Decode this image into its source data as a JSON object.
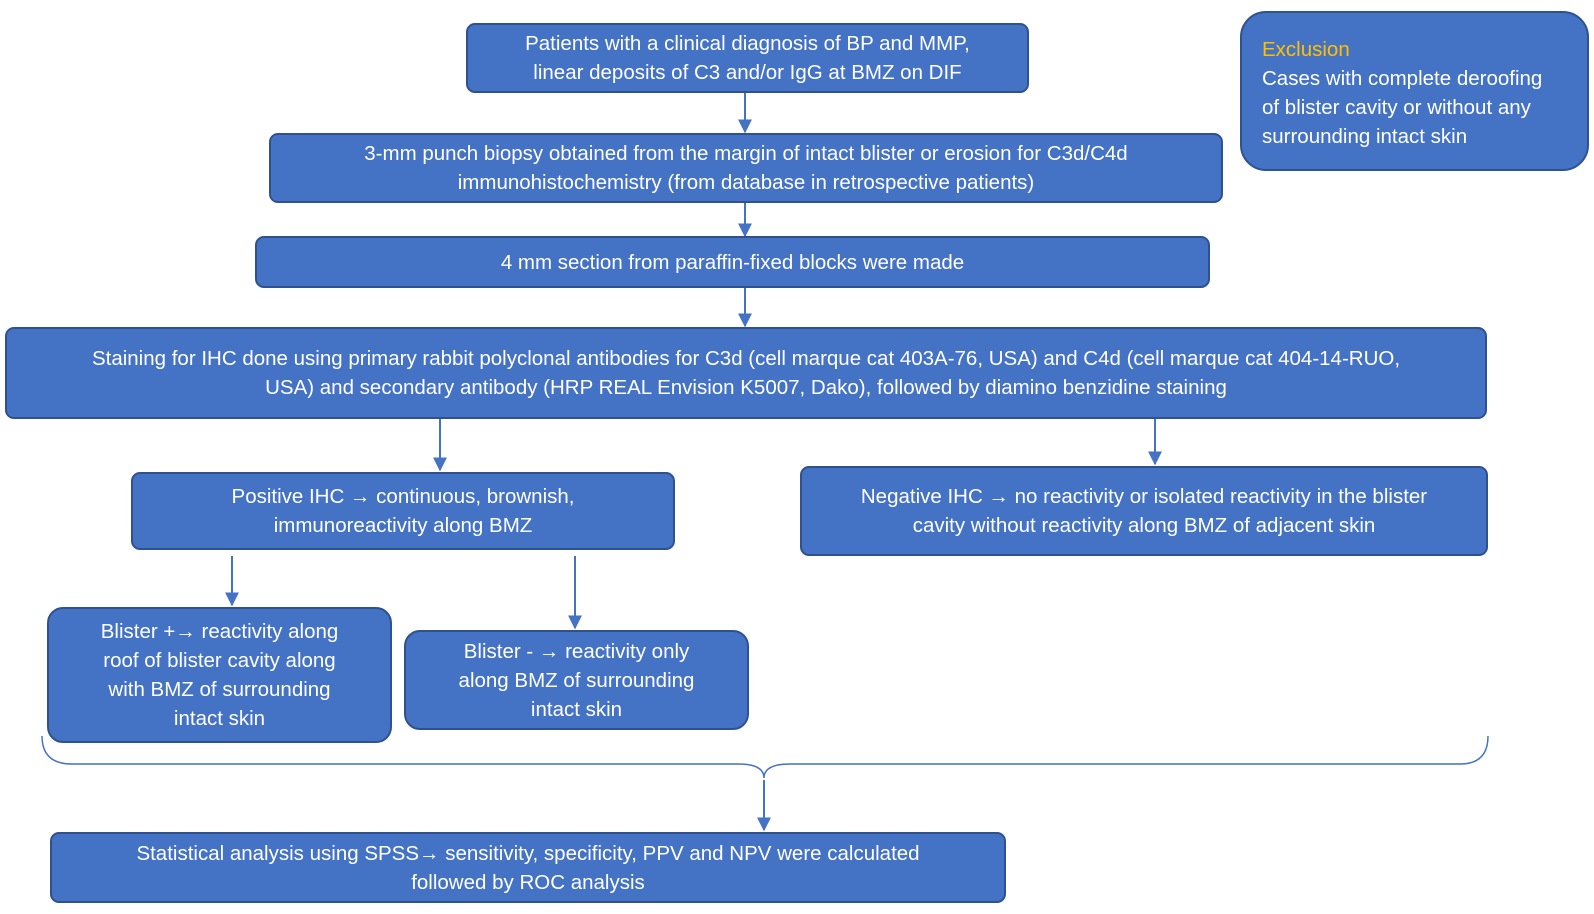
{
  "step1": {
    "line1": "Patients with a clinical diagnosis of BP and MMP,",
    "line2": "linear deposits of C3 and/or IgG at BMZ on DIF"
  },
  "step2": {
    "line1": "3-mm punch biopsy obtained from the margin of intact blister or erosion for C3d/C4d",
    "line2": "immunohistochemistry (from database in retrospective patients)"
  },
  "step3": {
    "line1": "4 mm section from paraffin-fixed blocks were made"
  },
  "step4": {
    "line1": "Staining for IHC done using primary rabbit polyclonal antibodies for C3d (cell marque cat 403A-76, USA) and C4d (cell marque cat 404-14-RUO,",
    "line2": "USA) and secondary antibody (HRP REAL Envision K5007, Dako), followed by diamino benzidine staining"
  },
  "positive": {
    "line1": "Positive IHC → continuous, brownish,",
    "line2": "immunoreactivity along BMZ"
  },
  "negative": {
    "line1": "Negative IHC → no reactivity or isolated reactivity in the blister",
    "line2": "cavity without reactivity along BMZ of adjacent skin"
  },
  "blister_plus": {
    "line1": "Blister +→ reactivity along",
    "line2": "roof of blister cavity along",
    "line3": "with BMZ of surrounding",
    "line4": "intact skin"
  },
  "blister_minus": {
    "line1": "Blister - → reactivity only",
    "line2": "along BMZ of surrounding",
    "line3": "intact skin"
  },
  "statistics": {
    "line1": "Statistical analysis using SPSS→ sensitivity, specificity, PPV and NPV were calculated",
    "line2": "followed by ROC analysis"
  },
  "exclusion": {
    "title": "Exclusion",
    "line1": "Cases with complete deroofing",
    "line2": "of blister cavity or without any",
    "line3": "surrounding intact skin"
  },
  "colors": {
    "box_fill": "#4472c4",
    "box_border": "#2f528f",
    "arrow": "#4472c4",
    "exclusion_title": "#ffc000"
  }
}
